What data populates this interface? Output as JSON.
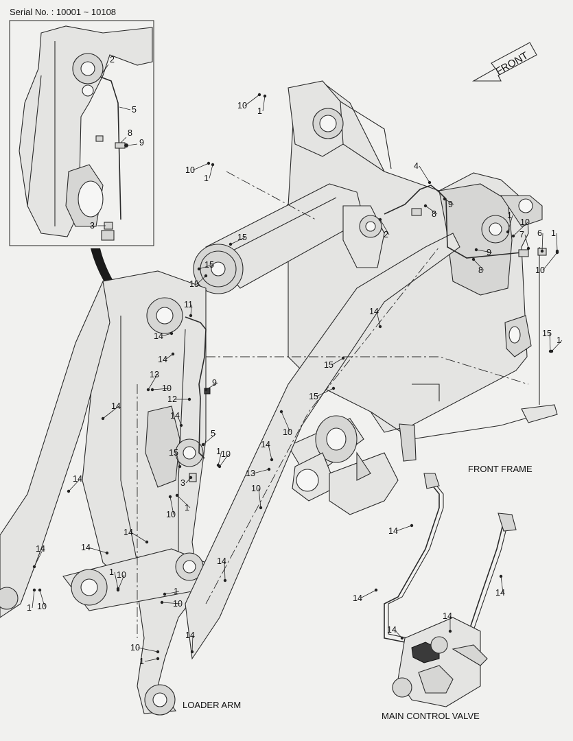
{
  "serial": "Serial No. : 10001 ~ 10108",
  "direction_label": "FRONT",
  "captions": {
    "front_frame": "FRONT FRAME",
    "loader_arm": "LOADER ARM",
    "main_control_valve": "MAIN CONTROL VALVE"
  },
  "inset_callouts": [
    "2",
    "5",
    "8",
    "9",
    "3"
  ],
  "callouts": [
    "10",
    "1",
    "10",
    "1",
    "4",
    "9",
    "8",
    "2",
    "1",
    "10",
    "6",
    "1",
    "7",
    "9",
    "8",
    "10",
    "15",
    "15",
    "15",
    "11",
    "14",
    "14",
    "13",
    "10",
    "12",
    "9",
    "14",
    "14",
    "5",
    "15",
    "3",
    "1",
    "10",
    "1",
    "10",
    "14",
    "14",
    "15",
    "15",
    "15",
    "1",
    "10",
    "14",
    "13",
    "10",
    "14",
    "14",
    "14",
    "14",
    "1",
    "10",
    "1",
    "10",
    "14",
    "10",
    "1",
    "14",
    "14",
    "14",
    "14",
    "14",
    "1",
    "10"
  ]
}
